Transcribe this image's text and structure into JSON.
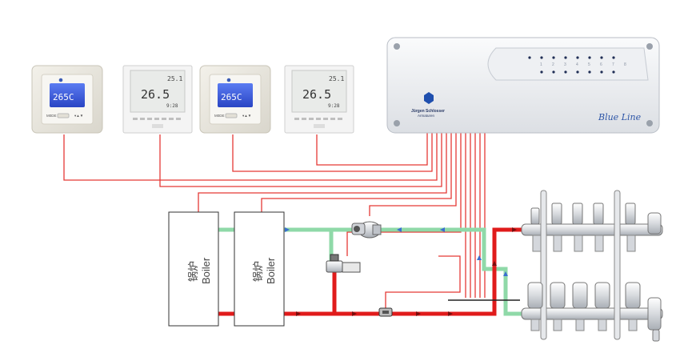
{
  "thermostats": [
    {
      "style": "blue-lcd",
      "temp": "265C",
      "small": "M0DE",
      "small2": "▾▲▼"
    },
    {
      "style": "gray-lcd",
      "top_temp": "25.1",
      "temp": "26.5",
      "time": "9:28"
    },
    {
      "style": "blue-lcd",
      "temp": "265C",
      "small": "M0DE",
      "small2": "▾▲▼"
    },
    {
      "style": "gray-lcd",
      "top_temp": "25.1",
      "temp": "26.5",
      "time": "9:28"
    }
  ],
  "controller": {
    "brand_line1": "Jürgen Schlosser",
    "brand_line2": "Armaturen",
    "product_line": "Blue Line",
    "zone_numbers": [
      "1",
      "2",
      "3",
      "4",
      "5",
      "6",
      "7",
      "8"
    ]
  },
  "boilers": [
    {
      "label_cn": "锅炉",
      "label_en": "Boiler"
    },
    {
      "label_cn": "锅炉",
      "label_en": "Boiler"
    }
  ],
  "colors": {
    "wire": "#e53935",
    "supply_pipe": "#e01b1b",
    "return_pipe": "#8fd9a8",
    "controller_body": "#f2f3f5",
    "thermostat_frame": "#e8e6df",
    "blue_lcd": "#3b5bd9"
  }
}
